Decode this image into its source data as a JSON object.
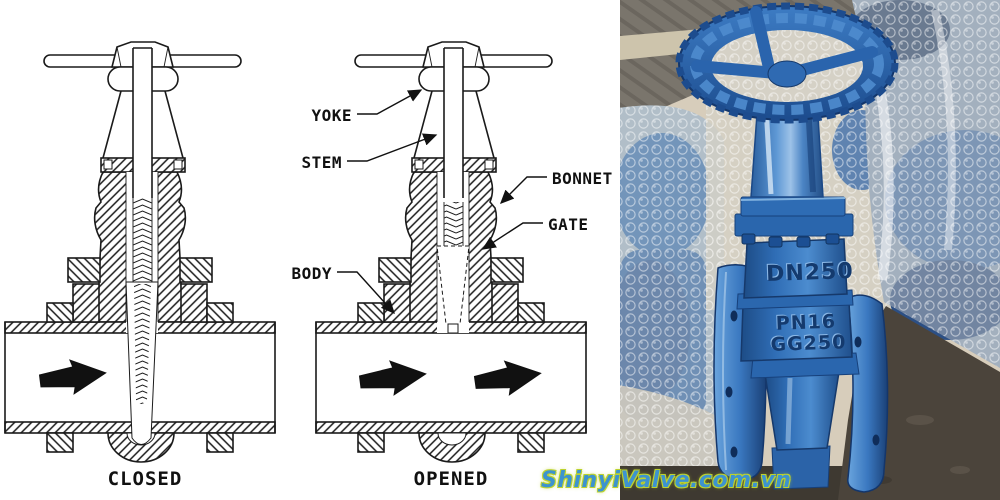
{
  "diagram": {
    "labels": {
      "yoke": "YOKE",
      "stem": "STEM",
      "bonnet": "BONNET",
      "gate": "GATE",
      "body": "BODY"
    },
    "captions": {
      "left": "CLOSED",
      "right": "OPENED"
    }
  },
  "photo": {
    "valve_markings": {
      "size": "DN250",
      "pressure_class": "PN16",
      "material": "GG250"
    }
  },
  "watermark": {
    "text": "ShinyiValve.com.vn"
  },
  "colors": {
    "valve_blue": "#2e6cb4",
    "diagram_ink": "#1a1a1a",
    "watermark_fill": "#3d93cf",
    "watermark_outline": "#bcd22e"
  }
}
